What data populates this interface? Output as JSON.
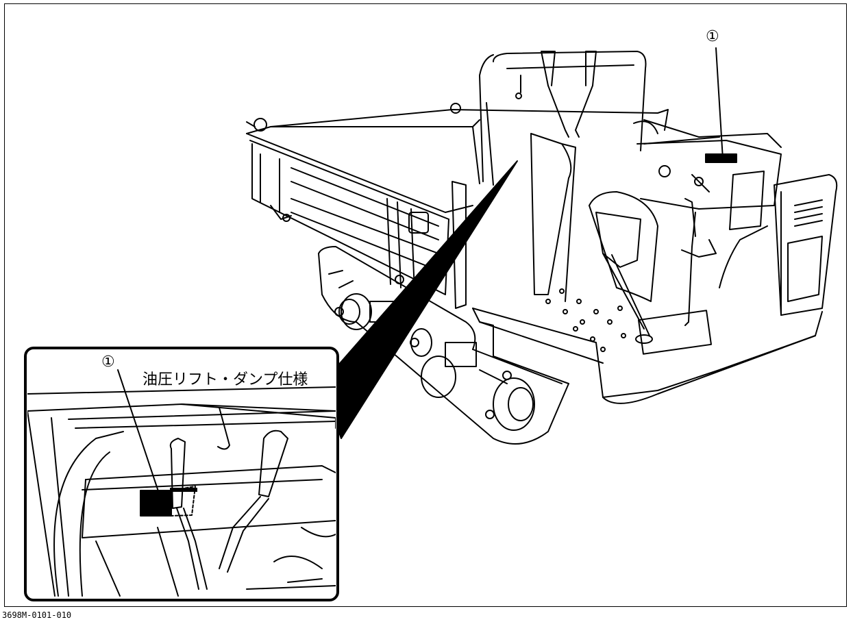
{
  "figure": {
    "callout_main": "①",
    "callout_inset": "①",
    "inset_caption": "油圧リフト・ダンプ仕様",
    "figure_code": "3698M-0101-010"
  },
  "colors": {
    "line": "#000000",
    "background": "#ffffff",
    "label_fill": "#000000"
  }
}
